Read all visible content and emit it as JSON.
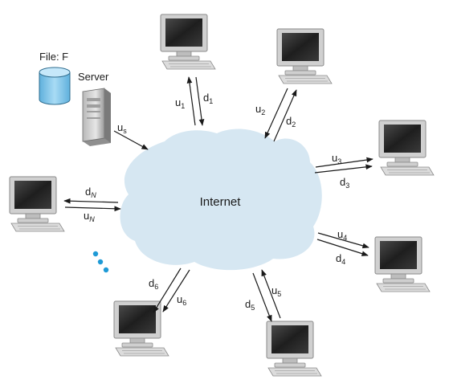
{
  "cloud_label": "Internet",
  "file_label": "File: F",
  "server_label": "Server",
  "server_link": {
    "base": "u",
    "sub": "s"
  },
  "peers": [
    {
      "id": "1",
      "up": {
        "base": "u",
        "sub": "1"
      },
      "down": {
        "base": "d",
        "sub": "1"
      }
    },
    {
      "id": "2",
      "up": {
        "base": "u",
        "sub": "2"
      },
      "down": {
        "base": "d",
        "sub": "2"
      }
    },
    {
      "id": "3",
      "up": {
        "base": "u",
        "sub": "3"
      },
      "down": {
        "base": "d",
        "sub": "3"
      }
    },
    {
      "id": "4",
      "up": {
        "base": "u",
        "sub": "4"
      },
      "down": {
        "base": "d",
        "sub": "4"
      }
    },
    {
      "id": "5",
      "up": {
        "base": "u",
        "sub": "5"
      },
      "down": {
        "base": "d",
        "sub": "5"
      }
    },
    {
      "id": "6",
      "up": {
        "base": "u",
        "sub": "6"
      },
      "down": {
        "base": "d",
        "sub": "6"
      }
    },
    {
      "id": "N",
      "up": {
        "base": "u",
        "sub": "N"
      },
      "down": {
        "base": "d",
        "sub": "N"
      }
    }
  ],
  "colors": {
    "cloud": "#d6e7f2",
    "cylinder": "#7fc3e8",
    "ellipsis": "#1e9ad6",
    "monitor_frame": "#c9c9c9",
    "screen": "#2a2a2a",
    "arrow": "#1a1a1a"
  }
}
